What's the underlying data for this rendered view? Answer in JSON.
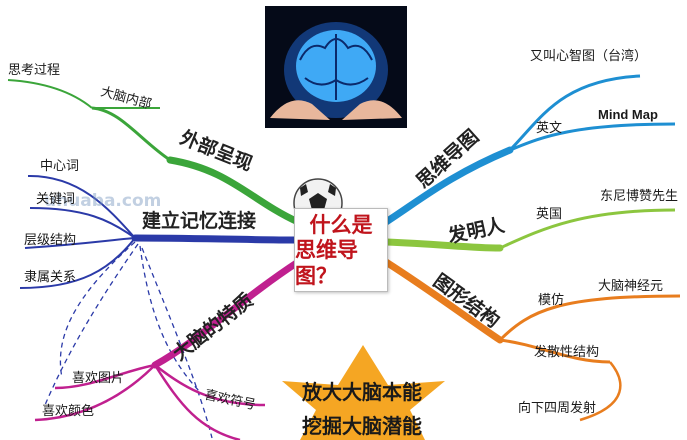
{
  "center": {
    "line1": "什么是",
    "line2": "思维导图？"
  },
  "watermark": "uhuaba.com",
  "top_image": {
    "icon": "brain-in-hands-icon"
  },
  "left_top_branch": {
    "title": "外部呈现",
    "sub": "大脑内部",
    "leaf": "思考过程",
    "color": "#3ba53a"
  },
  "left_mid_branch": {
    "title": "建立记忆连接",
    "items": [
      "中心词",
      "关键词",
      "层级结构",
      "隶属关系"
    ],
    "color": "#2b3aa8"
  },
  "left_bottom_branch": {
    "title": "大脑的特质",
    "items": [
      "喜欢图片",
      "喜欢颜色",
      "喜欢符号"
    ],
    "color": "#c0208f"
  },
  "right_top_branch": {
    "title": "思维导图",
    "items": [
      "又叫心智图（台湾）",
      "英文"
    ],
    "english_name": "Mind Map",
    "color": "#1e8fd2"
  },
  "right_mid_branch": {
    "title": "发明人",
    "country": "英国",
    "person": "东尼博赞先生",
    "color": "#8cc63f"
  },
  "right_bottom_branch": {
    "title": "图形结构",
    "items": [
      "模仿",
      "大脑神经元",
      "发散性结构",
      "向下四周发射"
    ],
    "color": "#e87d1e"
  },
  "star": {
    "line1": "放大大脑本能",
    "line2": "挖掘大脑潜能",
    "color": "#f5a623"
  }
}
